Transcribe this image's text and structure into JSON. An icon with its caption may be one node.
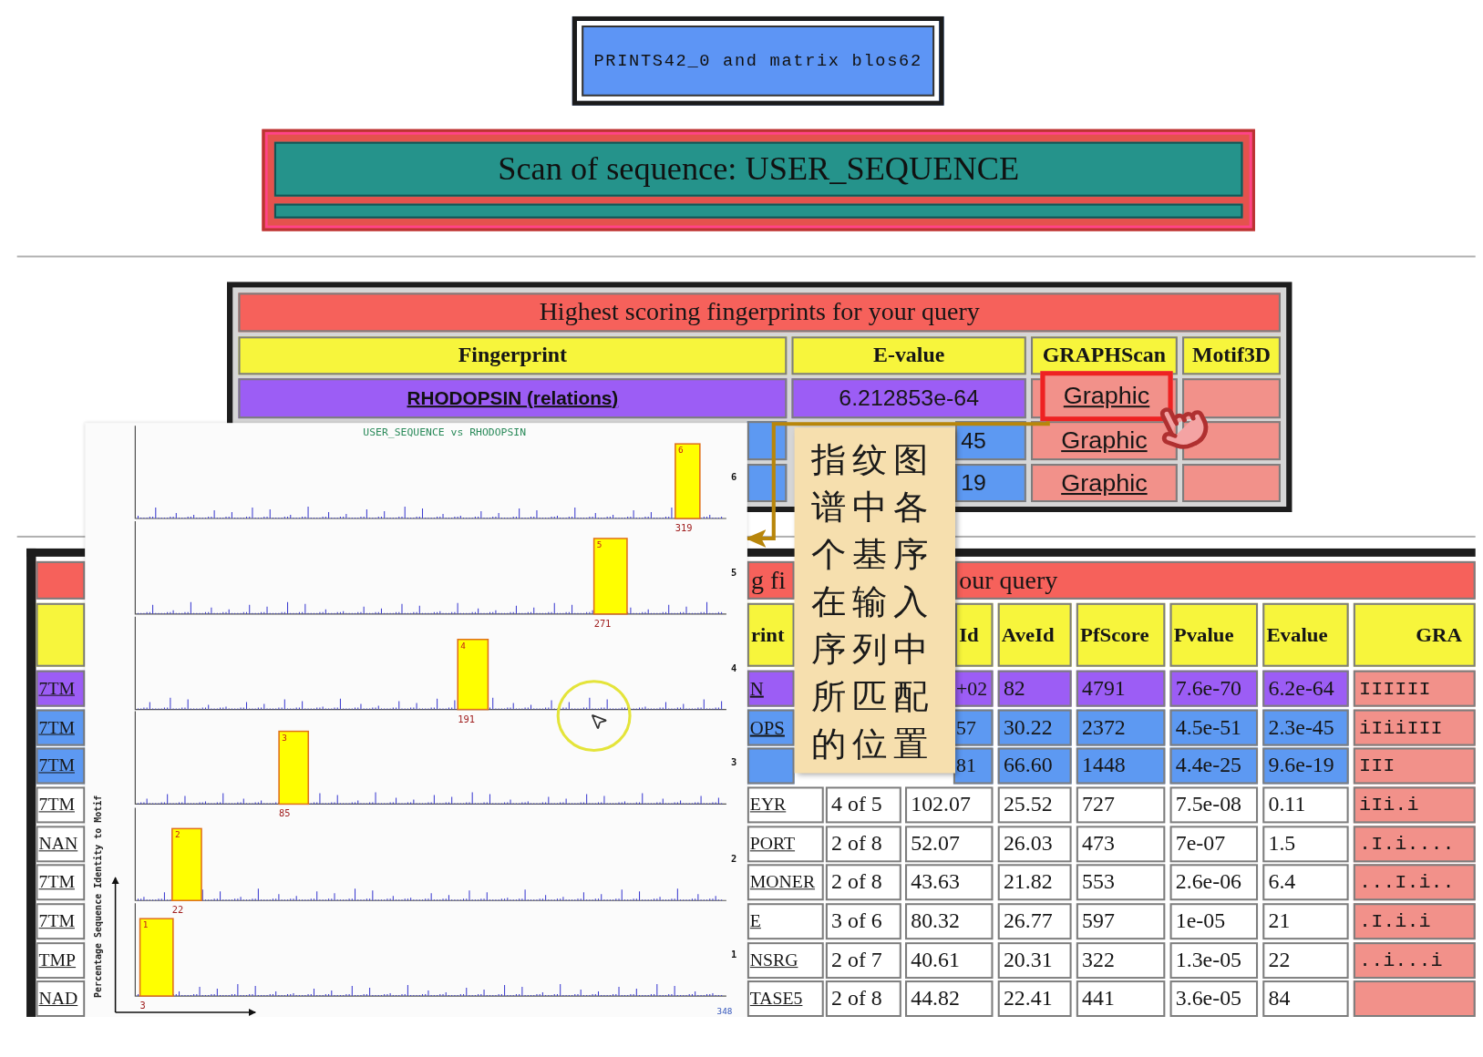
{
  "diagram": {
    "nodes": [
      {
        "text": [
          "PRINTS42_0 and matrix blos62"
        ]
      },
      {
        "text": [
          "Scan of sequence: USER_SEQUENCE"
        ]
      },
      {
        "text": [
          "Graphic"
        ]
      },
      {
        "text": [
          "USER_SEQUENCE vs RHODOPSIN",
          "Percentage Sequence Identity to Motif",
          "6",
          "6",
          "319",
          "5",
          "5",
          "271",
          "4",
          "4",
          "191",
          "3",
          "3",
          "85",
          "2",
          "2",
          "22",
          "1",
          "1",
          "3",
          "348"
        ]
      },
      {
        "text": [
          "指纹图谱中各个基序在输入序列中所匹配的位置"
        ]
      }
    ],
    "edges": [
      {
        "from": 2,
        "to": 3,
        "arrow": "to",
        "color": "#b8860b"
      }
    ],
    "labels": [
      "Highest scoring fingerprints for your query",
      "Fingerprint",
      "E-value",
      "GRAPHScan",
      "Motif3D",
      "RHODOPSIN (relations)",
      "6.212853e-64",
      "45",
      "Graphic",
      "19",
      "Graphic",
      "g fi",
      "our query",
      "rint",
      "Id",
      "AveId",
      "PfScore",
      "Pvalue",
      "Evalue",
      "GRA",
      "7TM",
      "N",
      "+02",
      "82",
      "4791",
      "7.6e-70",
      "6.2e-64",
      "IIIIII",
      "7TM",
      "OPS",
      "57",
      "30.22",
      "2372",
      "4.5e-51",
      "2.3e-45",
      "iIiiIII",
      "7TM",
      "81",
      "66.60",
      "1448",
      "4.4e-25",
      "9.6e-19",
      "III",
      "7TM",
      "EYR",
      "4 of 5",
      "102.07",
      "25.52",
      "727",
      "7.5e-08",
      "0.11",
      "iIi.i",
      "NAN",
      "PORT",
      "2 of 8",
      "52.07",
      "26.03",
      "473",
      "7e-07",
      "1.5",
      ".I.i....",
      "7TM",
      "MONER",
      "2 of 8",
      "43.63",
      "21.82",
      "553",
      "2.6e-06",
      "6.4",
      "...I.i..",
      "7TM",
      "E",
      "3 of 6",
      "80.32",
      "26.77",
      "597",
      "1e-05",
      "21",
      ".I.i.i",
      "TMP",
      "NSRG",
      "2 of 7",
      "40.61",
      "20.31",
      "322",
      "1.3e-05",
      "22",
      "..i...i",
      "NAD",
      "TASE5",
      "2 of 8",
      "44.82",
      "22.41",
      "441",
      "3.6e-05",
      "84"
    ]
  }
}
